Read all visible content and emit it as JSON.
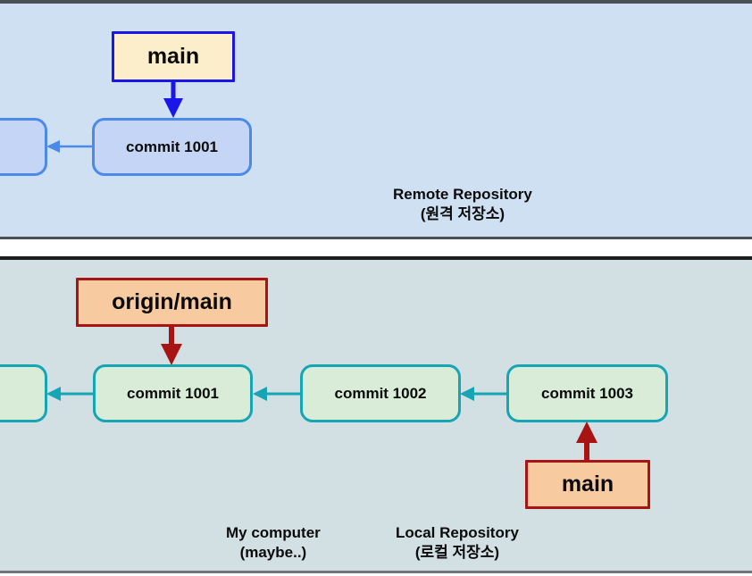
{
  "diagram": {
    "title_semantic": "git-remote-vs-local-repository-diagram",
    "colors": {
      "remote_panel_bg": "#cfe0f3",
      "local_panel_bg": "#d3e0e3",
      "page_bg": "#ffffff",
      "panel_border": "#4b4f56",
      "blue_branch_border": "#1a15e8",
      "blue_branch_fill": "#fdeecb",
      "blue_commit_border": "#4b8ae8",
      "blue_commit_fill": "#c5d5f5",
      "red_branch_border": "#a81414",
      "red_branch_fill": "#f8caa0",
      "teal_commit_border": "#16a5b5",
      "teal_commit_fill": "#d9ecd7",
      "text": "#0b0b0b"
    }
  },
  "remote": {
    "branch_label": "main",
    "commits": [
      {
        "label": ""
      },
      {
        "label": "commit 1001"
      }
    ],
    "caption_line1": "Remote Repository",
    "caption_line2": "(원격 저장소)"
  },
  "local": {
    "branch_label_origin": "origin/main",
    "branch_label_main": "main",
    "commits": [
      {
        "label": ""
      },
      {
        "label": "commit 1001"
      },
      {
        "label": "commit 1002"
      },
      {
        "label": "commit 1003"
      }
    ],
    "caption_computer_line1": "My computer",
    "caption_computer_line2": "(maybe..)",
    "caption_repo_line1": "Local Repository",
    "caption_repo_line2": "(로컬 저장소)"
  }
}
